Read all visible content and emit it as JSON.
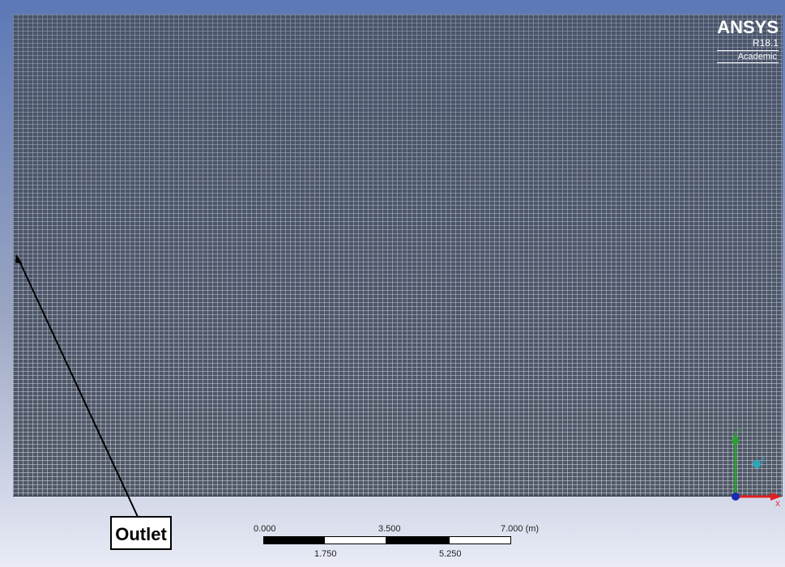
{
  "logo": {
    "brand": "ANSYS",
    "version": "R18.1",
    "edition": "Academic"
  },
  "annotation": {
    "label": "Outlet"
  },
  "scale_bar": {
    "top_labels": [
      "0.000",
      "3.500",
      "7.000 (m)"
    ],
    "bottom_labels": [
      "1.750",
      "5.250"
    ]
  },
  "axis_triad": {
    "y_label": "Y",
    "z_label": "Z",
    "x_label": "X"
  },
  "colors": {
    "background_top": "#5c78b6",
    "background_bottom": "#e9ecf6",
    "mesh_lines": "#ffffff",
    "x_axis": "#e0201e",
    "y_axis": "#25a32b",
    "z_axis": "#2aa8b8"
  }
}
